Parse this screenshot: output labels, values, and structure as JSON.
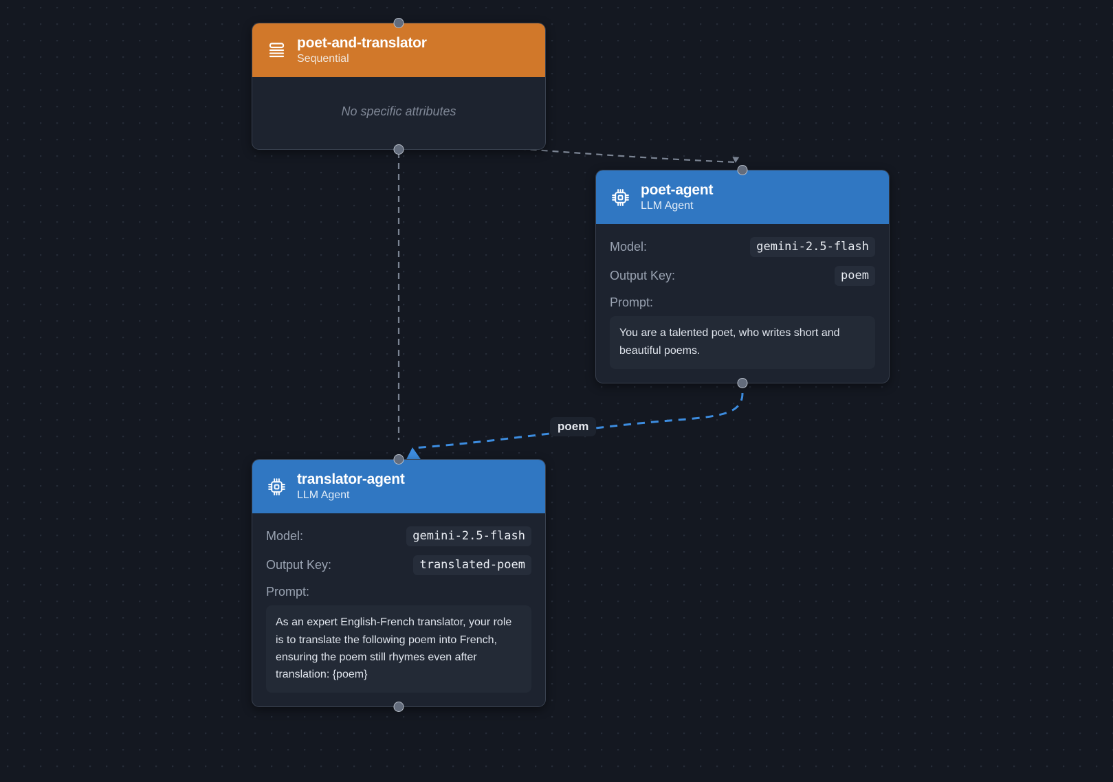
{
  "canvas": {
    "background_color": "#141821",
    "grid_dot_color": "#262c38"
  },
  "nodes": [
    {
      "id": "poet-and-translator",
      "title": "poet-and-translator",
      "subtitle": "Sequential",
      "icon": "layers-stack-icon",
      "header_color": "#d1782a",
      "empty_text": "No specific attributes"
    },
    {
      "id": "poet-agent",
      "title": "poet-agent",
      "subtitle": "LLM Agent",
      "icon": "cpu-chip-icon",
      "header_color": "#3077c2",
      "attributes": [
        {
          "label": "Model:",
          "value": "gemini-2.5-flash"
        },
        {
          "label": "Output Key:",
          "value": "poem"
        }
      ],
      "prompt_label": "Prompt:",
      "prompt_text": "You are a talented poet, who writes short and beautiful poems."
    },
    {
      "id": "translator-agent",
      "title": "translator-agent",
      "subtitle": "LLM Agent",
      "icon": "cpu-chip-icon",
      "header_color": "#3077c2",
      "attributes": [
        {
          "label": "Model:",
          "value": "gemini-2.5-flash"
        },
        {
          "label": "Output Key:",
          "value": "translated-poem"
        }
      ],
      "prompt_label": "Prompt:",
      "prompt_text": "As an expert English-French translator, your role is to translate the following poem into French, ensuring the poem still rhymes even after translation: {poem}"
    }
  ],
  "edges": [
    {
      "id": "seq-to-poet",
      "from": "poet-and-translator",
      "to": "poet-agent",
      "label": "",
      "color": "#7b8493",
      "style": "dashed"
    },
    {
      "id": "seq-to-translator",
      "from": "poet-and-translator",
      "to": "translator-agent",
      "label": "",
      "color": "#7b8493",
      "style": "dashed"
    },
    {
      "id": "poet-to-translator",
      "from": "poet-agent",
      "to": "translator-agent",
      "label": "poem",
      "color": "#3d8de0",
      "style": "dashed"
    }
  ]
}
